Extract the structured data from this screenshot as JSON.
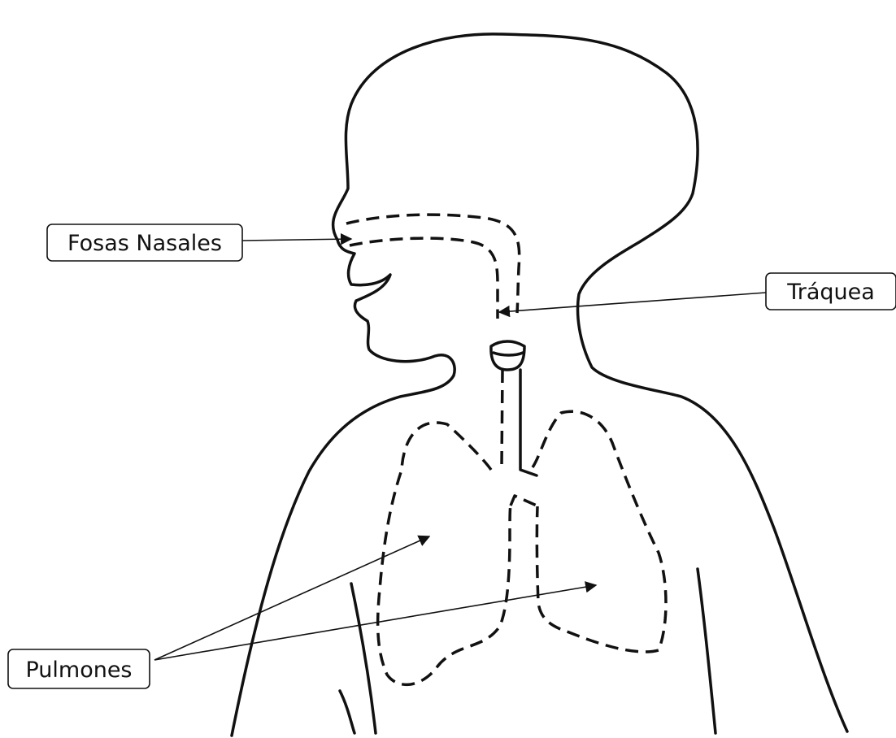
{
  "labels": {
    "fosas_nasales": "Fosas Nasales",
    "traquea": "Tráquea",
    "pulmones": "Pulmones"
  },
  "colors": {
    "line": "#111111",
    "background": "#ffffff"
  }
}
